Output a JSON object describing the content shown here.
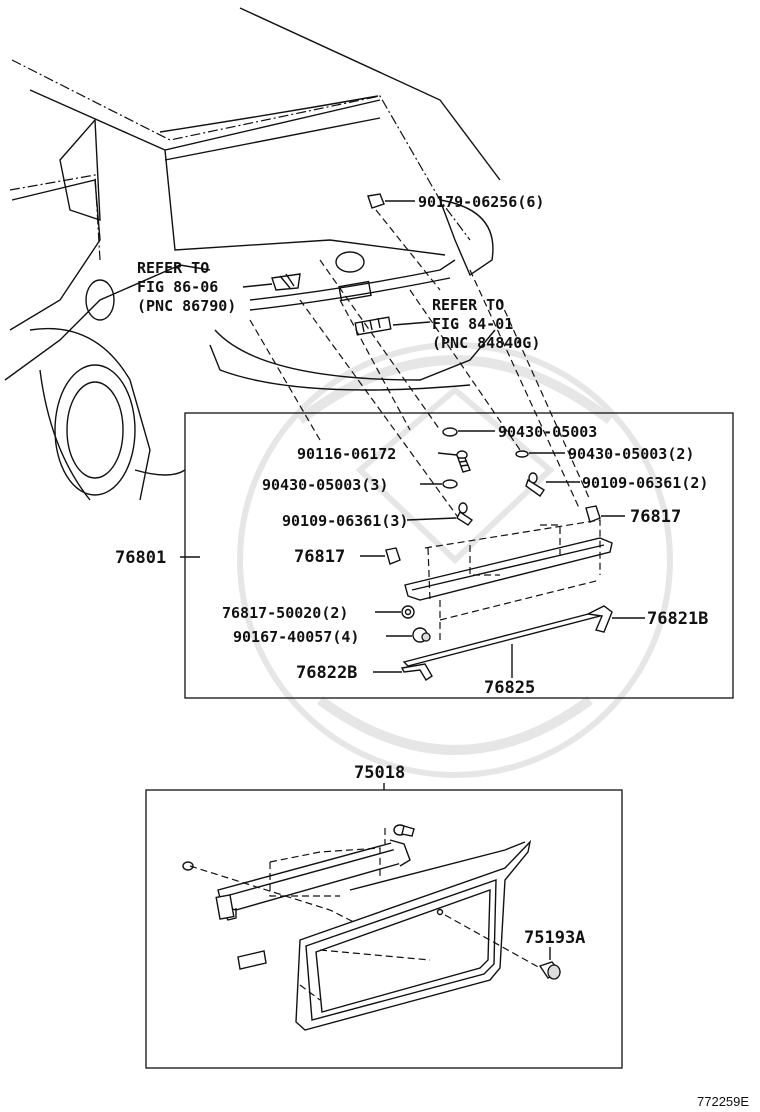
{
  "labels": {
    "p90179": "90179-06256(6)",
    "refer86_l1": "REFER TO",
    "refer86_l2": "FIG 86-06",
    "refer86_l3": "(PNC 86790)",
    "refer84_l1": "REFER TO",
    "refer84_l2": "FIG 84-01",
    "refer84_l3": "(PNC 84840G)",
    "p90430a": "90430-05003",
    "p90116": "90116-06172",
    "p90430b": "90430-05003(2)",
    "p90430c": "90430-05003(3)",
    "p90109a": "90109-06361(2)",
    "p90109b": "90109-06361(3)",
    "p76817r": "76817",
    "p76801": "76801",
    "p76817l": "76817",
    "p76817_50020": "76817-50020(2)",
    "p76821b": "76821B",
    "p90167": "90167-40057(4)",
    "p76822b": "76822B",
    "p76825": "76825",
    "p75018": "75018",
    "p75193a": "75193A",
    "figure_code": "772259E"
  },
  "colors": {
    "line": "#111111",
    "background": "#ffffff",
    "watermark": "#e6e6e6"
  }
}
